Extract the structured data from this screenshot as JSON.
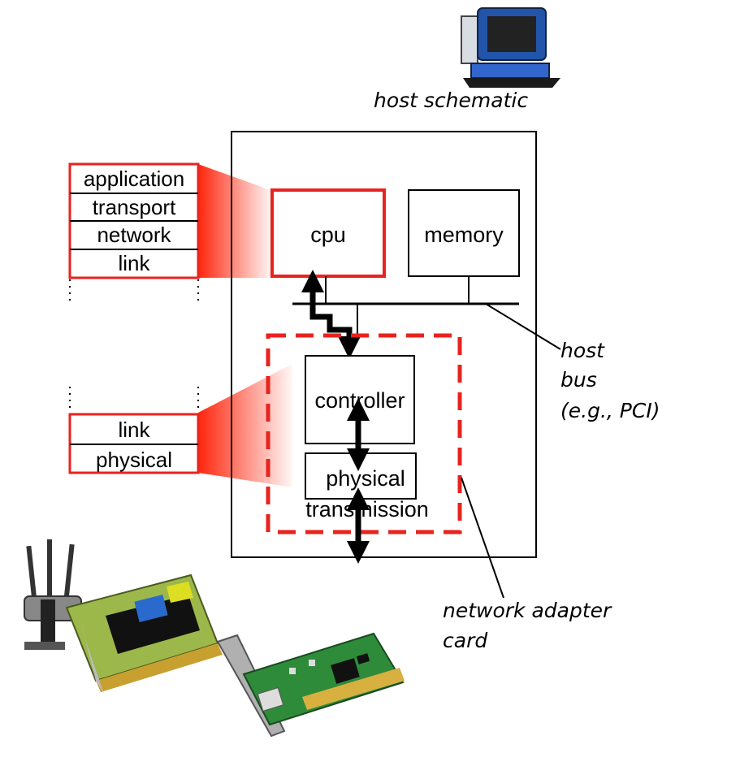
{
  "diagram": {
    "caption": "host schematic",
    "components": {
      "cpu": "cpu",
      "memory": "memory",
      "controller": "controller",
      "physical": "physical",
      "transmission": "transmission"
    },
    "upper_stack": [
      "application",
      "transport",
      "network",
      "link"
    ],
    "lower_stack": [
      "link",
      "physical"
    ],
    "annotations": {
      "host_bus": [
        "host",
        "bus",
        "(e.g., PCI)"
      ],
      "adapter": [
        "network adapter",
        "card"
      ]
    },
    "icons": [
      "computer-icon",
      "wireless-card-icon",
      "ethernet-card-icon"
    ],
    "colors": {
      "highlight": "#e8231e",
      "outline": "#000000",
      "fade_start": "#ff1a00"
    }
  }
}
